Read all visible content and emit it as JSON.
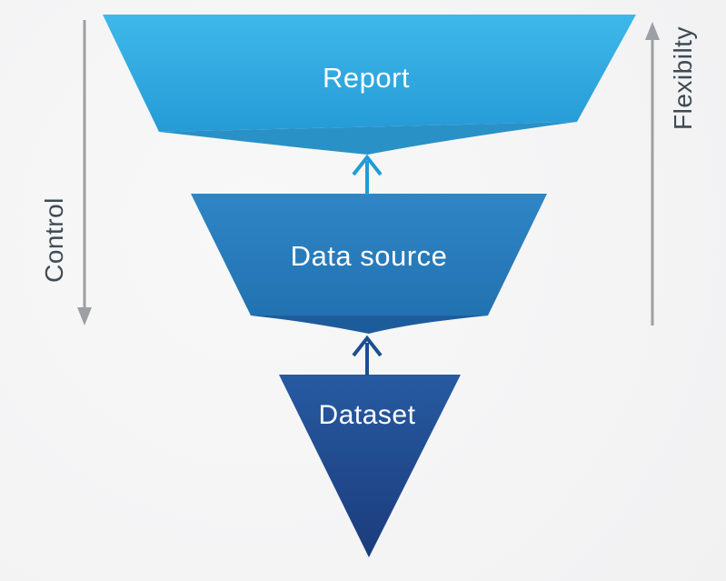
{
  "diagram": {
    "type": "funnel",
    "levels": [
      {
        "id": "report",
        "label": "Report"
      },
      {
        "id": "data_source",
        "label": "Data source"
      },
      {
        "id": "dataset",
        "label": "Dataset"
      }
    ],
    "flow_arrows": [
      {
        "from": "dataset",
        "to": "data_source",
        "direction": "up"
      },
      {
        "from": "data_source",
        "to": "report",
        "direction": "up"
      }
    ],
    "side_axes": {
      "left": {
        "label": "Control",
        "arrow_direction": "down"
      },
      "right": {
        "label": "Flexibilty",
        "arrow_direction": "up"
      }
    },
    "colors": {
      "report_top": "#3eb8ea",
      "report_bottom": "#259bd6",
      "report_lip": "#2a91c7",
      "datasource_top": "#2f86c5",
      "datasource_bottom": "#2272b1",
      "datasource_lip": "#1d5c9b",
      "dataset_top": "#275aa1",
      "dataset_bottom": "#1b3c7c",
      "arrow_cyan": "#1e9cd8",
      "arrow_navy": "#1c4e8f",
      "axis_gray": "#9ca0a4",
      "side_label_color": "#3e4b55",
      "shape_label_color": "#ffffff",
      "background": "#f5f5f6"
    }
  }
}
